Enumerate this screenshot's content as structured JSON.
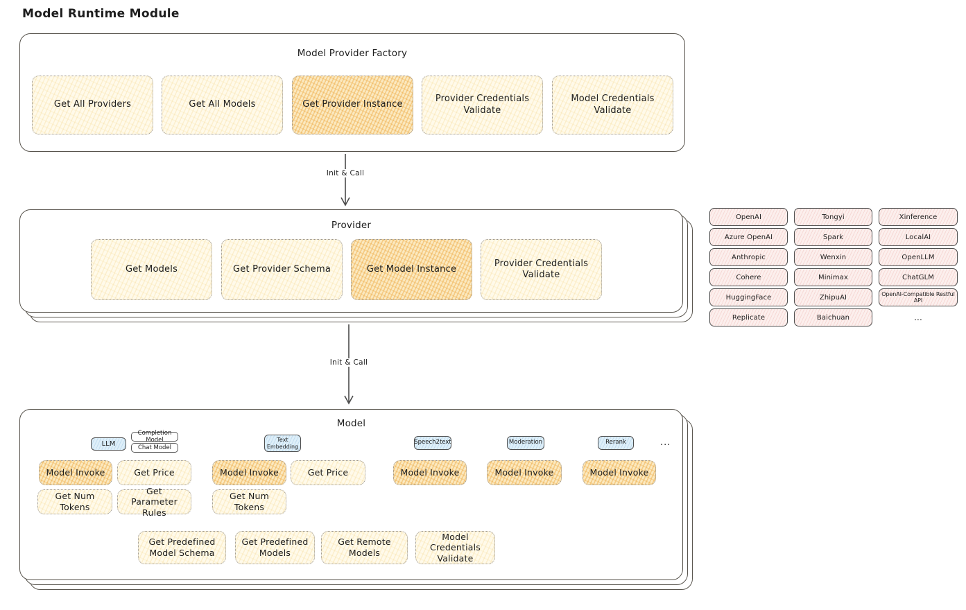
{
  "page_title": "Model Runtime Module",
  "colors": {
    "fn_yellow_fill": "#FFFAEA",
    "fn_yellow_hatch": "#F0C45C",
    "fn_orange_fill": "#FBE9C0",
    "fn_orange_hatch": "#EB9E2C",
    "chip_pink_fill": "#FCEFED",
    "chip_pink_hatch": "#E08278",
    "tag_blue_fill": "#DEEFF9",
    "border_dark": "#4E4E4E",
    "border_dotted": "#98928A",
    "text": "#1D1D1D"
  },
  "factory": {
    "title": "Model Provider Factory",
    "buttons": [
      {
        "label": "Get All Providers",
        "highlight": false
      },
      {
        "label": "Get All Models",
        "highlight": false
      },
      {
        "label": "Get Provider Instance",
        "highlight": true
      },
      {
        "label": "Provider Credentials Validate",
        "highlight": false
      },
      {
        "label": "Model Credentials Validate",
        "highlight": false
      }
    ]
  },
  "arrows": [
    {
      "label": "Init & Call"
    },
    {
      "label": "Init & Call"
    }
  ],
  "provider": {
    "title": "Provider",
    "buttons": [
      {
        "label": "Get Models",
        "highlight": false
      },
      {
        "label": "Get Provider Schema",
        "highlight": false
      },
      {
        "label": "Get Model Instance",
        "highlight": true
      },
      {
        "label": "Provider Credentials Validate",
        "highlight": false
      }
    ]
  },
  "provider_list": {
    "rows": [
      [
        "OpenAI",
        "Tongyi",
        "Xinference"
      ],
      [
        "Azure OpenAI",
        "Spark",
        "LocalAI"
      ],
      [
        "Anthropic",
        "Wenxin",
        "OpenLLM"
      ],
      [
        "Cohere",
        "Minimax",
        "ChatGLM"
      ],
      [
        "HuggingFace",
        "ZhipuAI",
        "OpenAI-Compatible Restful API"
      ],
      [
        "Replicate",
        "Baichuan",
        "..."
      ]
    ]
  },
  "model": {
    "title": "Model",
    "types": {
      "llm": {
        "tag": "LLM",
        "subtypes": [
          "Completion Model",
          "Chat Model"
        ]
      },
      "text_embedding": {
        "tag": "Text Embedding"
      },
      "speech2text": {
        "tag": "Speech2text"
      },
      "moderation": {
        "tag": "Moderation"
      },
      "rerank": {
        "tag": "Rerank"
      },
      "more": "..."
    },
    "functions": {
      "llm": [
        {
          "label": "Model Invoke",
          "highlight": true
        },
        {
          "label": "Get Price",
          "highlight": false
        },
        {
          "label": "Get Num Tokens",
          "highlight": false
        },
        {
          "label": "Get Parameter Rules",
          "highlight": false
        }
      ],
      "text_embedding": [
        {
          "label": "Model Invoke",
          "highlight": true
        },
        {
          "label": "Get Price",
          "highlight": false
        },
        {
          "label": "Get Num Tokens",
          "highlight": false
        }
      ],
      "speech2text": [
        {
          "label": "Model Invoke",
          "highlight": true
        }
      ],
      "moderation": [
        {
          "label": "Model Invoke",
          "highlight": true
        }
      ],
      "rerank": [
        {
          "label": "Model Invoke",
          "highlight": true
        }
      ]
    },
    "shared_functions": [
      {
        "label": "Get Predefined Model Schema"
      },
      {
        "label": "Get Predefined Models"
      },
      {
        "label": "Get Remote Models"
      },
      {
        "label": "Model Credentials Validate"
      }
    ]
  }
}
